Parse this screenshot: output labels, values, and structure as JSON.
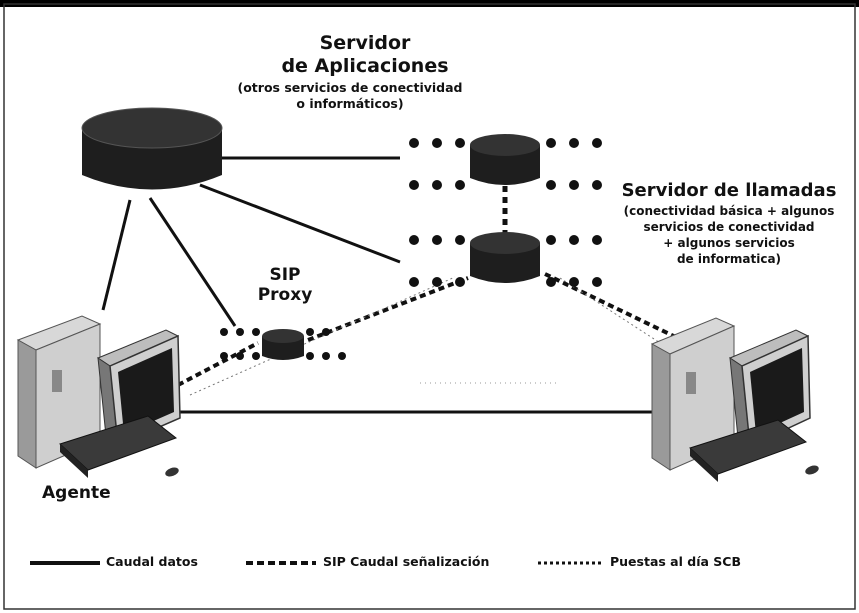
{
  "app_server": {
    "title": "Servidor\nde Aplicaciones",
    "subtitle": "(otros servicios de conectividad\no informáticos)"
  },
  "call_server": {
    "title": "Servidor de llamadas",
    "subtitle": "(conectividad básica + algunos\nservicios de conectividad\n+ algunos servicios\nde informatica)"
  },
  "sip_proxy": {
    "title": "SIP\nProxy"
  },
  "agent": {
    "label": "Agente"
  },
  "legend": [
    {
      "label": "Caudal datos",
      "line_style": "solid"
    },
    {
      "label": "SIP Caudal señalización",
      "line_style": "dashed"
    },
    {
      "label": "Puestas al día SCB",
      "line_style": "dotted"
    }
  ],
  "colors": {
    "line": "#111111",
    "device_dark": "#1c1c1c",
    "device_mid": "#8a8a8a",
    "device_light": "#d8d8d8"
  }
}
